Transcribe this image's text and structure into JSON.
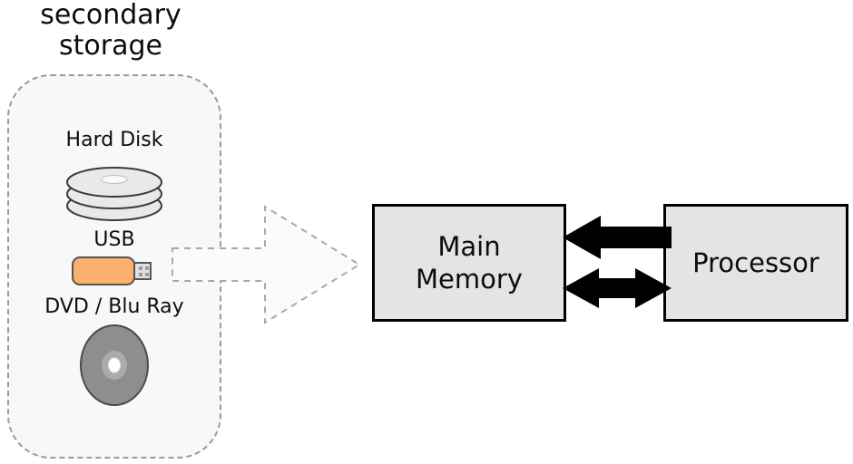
{
  "title": {
    "line1": "secondary",
    "line2": "storage"
  },
  "storage": {
    "hard_disk_label": "Hard Disk",
    "usb_label": "USB",
    "dvd_label": "DVD / Blu Ray"
  },
  "main_memory": {
    "line1": "Main",
    "line2": "Memory"
  },
  "processor": {
    "label": "Processor"
  },
  "icons": {
    "hard_disk": "hard-disk-icon",
    "usb": "usb-stick-icon",
    "dvd": "dvd-disc-icon",
    "dashed_arrow": "secondary-to-memory-arrow-icon",
    "left_arrow": "processor-to-memory-arrow-icon",
    "double_arrow": "memory-processor-bidirectional-arrow-icon"
  },
  "colors": {
    "container_fill": "#f8f8f8",
    "dashed_border": "#9a9a9a",
    "box_fill": "#e4e4e4",
    "box_border": "#000000",
    "usb_body": "#fcaf6e",
    "usb_connector": "#e0e0e0",
    "disk_fill": "#e9e9e9",
    "disk_stroke": "#3a3a3a",
    "dvd_fill": "#8e8e8e",
    "dvd_ring": "#ababab",
    "dvd_hole": "#ffffff",
    "dashed_arrow_fill": "#fbfbfb",
    "black_arrow": "#000000"
  }
}
